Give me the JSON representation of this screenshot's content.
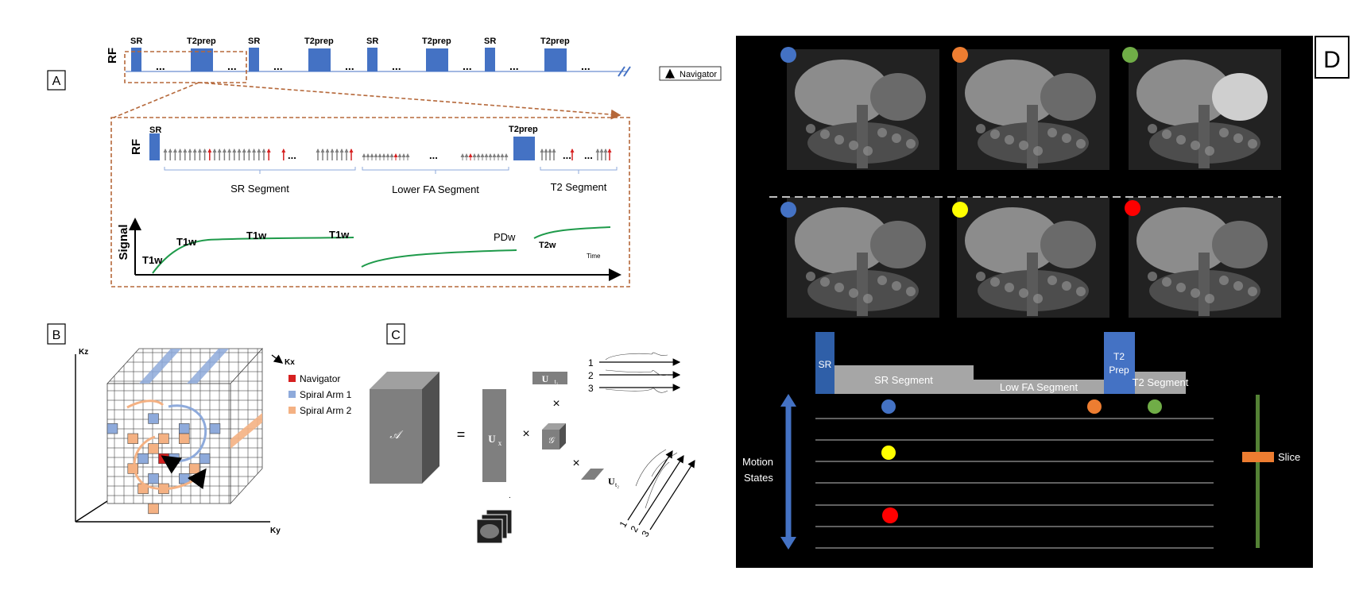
{
  "colors": {
    "pulse_blue": "#4472c4",
    "frame_brown": "#b5683a",
    "signal_green": "#1e9a4a",
    "navigator_red": "#d62020",
    "spiral1_blue": "#8eaadb",
    "spiral2_orange": "#f4b183",
    "panel_d_bg": "#000000",
    "seg_grey": "#a6a6a6",
    "slice_bar": "#548235",
    "slice_marker": "#ed7d31"
  },
  "panel_a": {
    "label": "A",
    "rf_label": "RF",
    "top_pulses": [
      "SR",
      "T2prep",
      "SR",
      "T2prep",
      "SR",
      "T2prep",
      "SR",
      "T2prep"
    ],
    "ellipsis": "...",
    "legend_navigator": "Navigator",
    "zoom_rf_label": "RF",
    "zoom_sr": "SR",
    "zoom_t2prep": "T2prep",
    "segments": [
      "SR Segment",
      "Lower FA Segment",
      "T2 Segment"
    ],
    "signal_axis": "Signal",
    "time_axis": "Time",
    "curve_labels": [
      "T1w",
      "T1w",
      "T1w",
      "T1w",
      "PDw",
      "T2w"
    ]
  },
  "panel_b": {
    "label": "B",
    "axis_kz": "Kz",
    "axis_kx": "Kx",
    "axis_ky": "Ky",
    "legend": [
      {
        "label": "Navigator",
        "color": "#d62020"
      },
      {
        "label": "Spiral Arm 1",
        "color": "#8eaadb"
      },
      {
        "label": "Spiral Arm 2",
        "color": "#f4b183"
      }
    ]
  },
  "panel_c": {
    "label": "C",
    "tensor_symbol": "𝒜",
    "equals": "=",
    "ux": "U",
    "ux_sub": "x",
    "ut1": "U",
    "ut1_sub": "t₁",
    "core": "𝒢",
    "ut2": "U",
    "ut2_sub": "t₂",
    "times": "×",
    "indices": [
      "1",
      "2",
      "3"
    ],
    "indices_bottom": [
      "1",
      "2",
      "3"
    ]
  },
  "panel_d": {
    "label": "D",
    "seg_sr": "SR",
    "seg_sr_segment": "SR Segment",
    "seg_low_fa": "Low FA Segment",
    "seg_t2_line1": "T2",
    "seg_t2_line2": "Prep",
    "seg_t2_segment": "T2 Segment",
    "motion_line1": "Motion",
    "motion_line2": "States",
    "slice": "Slice",
    "dot_colors_top": [
      "#4472c4",
      "#ed7d31",
      "#70ad47"
    ],
    "dot_colors_bottom": [
      "#4472c4",
      "#ffff00",
      "#ff0000"
    ]
  }
}
